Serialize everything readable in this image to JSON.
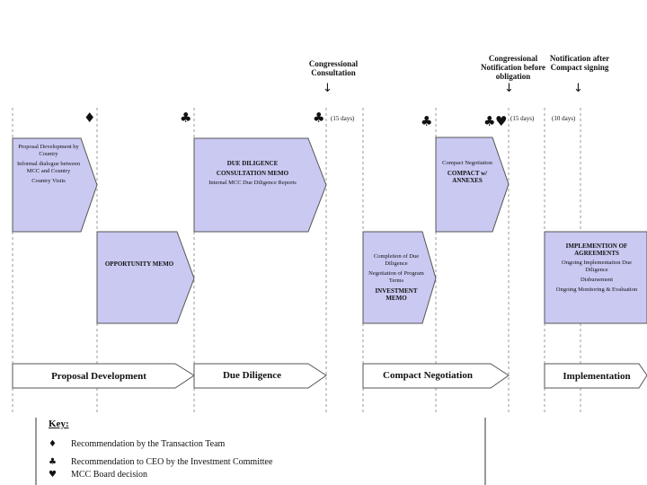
{
  "top_notes": {
    "congressional_consultation": "Congressional Consultation",
    "congressional_notification": "Congressional Notification before obligation",
    "notification_after": "Notification after Compact signing"
  },
  "days": {
    "d1": "(15 days)",
    "d2": "(15 days)",
    "d3": "(10 days)"
  },
  "symbols": {
    "diamond": "♦",
    "club": "♣",
    "heart": "♥",
    "arrow": "↓"
  },
  "boxes": {
    "proposal": {
      "line1": "Proposal Development by Country",
      "line2": "Informal dialogue between MCC and Country",
      "line3": "Country Visits"
    },
    "opportunity": {
      "line1": "OPPORTUNITY MEMO"
    },
    "due_diligence": {
      "line1": "DUE DILIGENCE",
      "line2": "CONSULTATION MEMO",
      "line3": "Internal MCC Due Diligence Reports"
    },
    "compact_neg": {
      "line1": "Compact Negotiation",
      "line2": "COMPACT w/ ANNEXES"
    },
    "completion": {
      "line1": "Completion of Due Diligence",
      "line2": "Negotiation of Program Terms",
      "line3": "INVESTMENT MEMO"
    },
    "implementation": {
      "line1": "IMPLEMENTION OF AGREEMENTS",
      "line2": "Ongoing Implementation Due Diligence",
      "line3": "Disbursement",
      "line4": "Ongoing Monitoring & Evaluation"
    }
  },
  "phases": {
    "p1": "Proposal Development",
    "p2": "Due Diligence",
    "p3": "Compact Negotiation",
    "p4": "Implementation"
  },
  "key": {
    "title": "Key:",
    "diamond_text": "Recommendation by the Transaction Team",
    "club_text": "Recommendation to CEO by the Investment Committee",
    "heart_text": "MCC Board decision"
  },
  "colors": {
    "box_fill": "#c9c9f2",
    "box_stroke": "#555555"
  }
}
